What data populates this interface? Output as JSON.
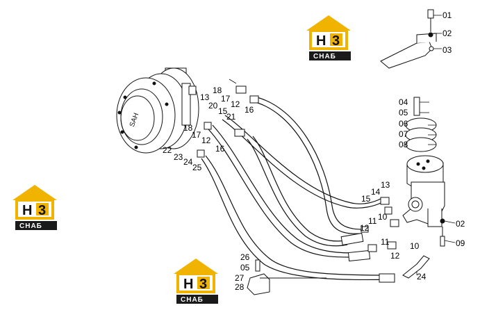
{
  "logos": [
    {
      "h": "H",
      "three": "3",
      "text": "CHAБ"
    },
    {
      "h": "H",
      "three": "3",
      "text": "CHAБ"
    },
    {
      "h": "H",
      "three": "3",
      "text": "CHAБ"
    }
  ],
  "colors": {
    "logo_roof": "#f0b400",
    "logo_dark": "#1a1a1a",
    "line": "#111111"
  },
  "labels": {
    "l01": "01",
    "l02": "02",
    "l03": "03",
    "l04": "04",
    "l05": "05",
    "l06": "06",
    "l07": "07",
    "l08": "08",
    "l02b": "02",
    "l09": "09",
    "l13a": "13",
    "l18a": "18",
    "l17a": "17",
    "l12a": "12",
    "l16a": "16",
    "l20": "20",
    "l15a": "15",
    "l21": "21",
    "l18b": "18",
    "l17b": "17",
    "l12b": "12",
    "l16b": "16",
    "l22": "22",
    "l23": "23",
    "l24a": "24",
    "l25": "25",
    "l13b": "13",
    "l14": "14",
    "l15b": "15",
    "l12c": "12",
    "l11a": "11",
    "l10a": "10",
    "l11b": "11",
    "l10b": "10",
    "l12d": "12",
    "l24b": "24",
    "l26": "26",
    "l05b": "05",
    "l27": "27",
    "l28": "28"
  },
  "motor_mark": "SAH"
}
